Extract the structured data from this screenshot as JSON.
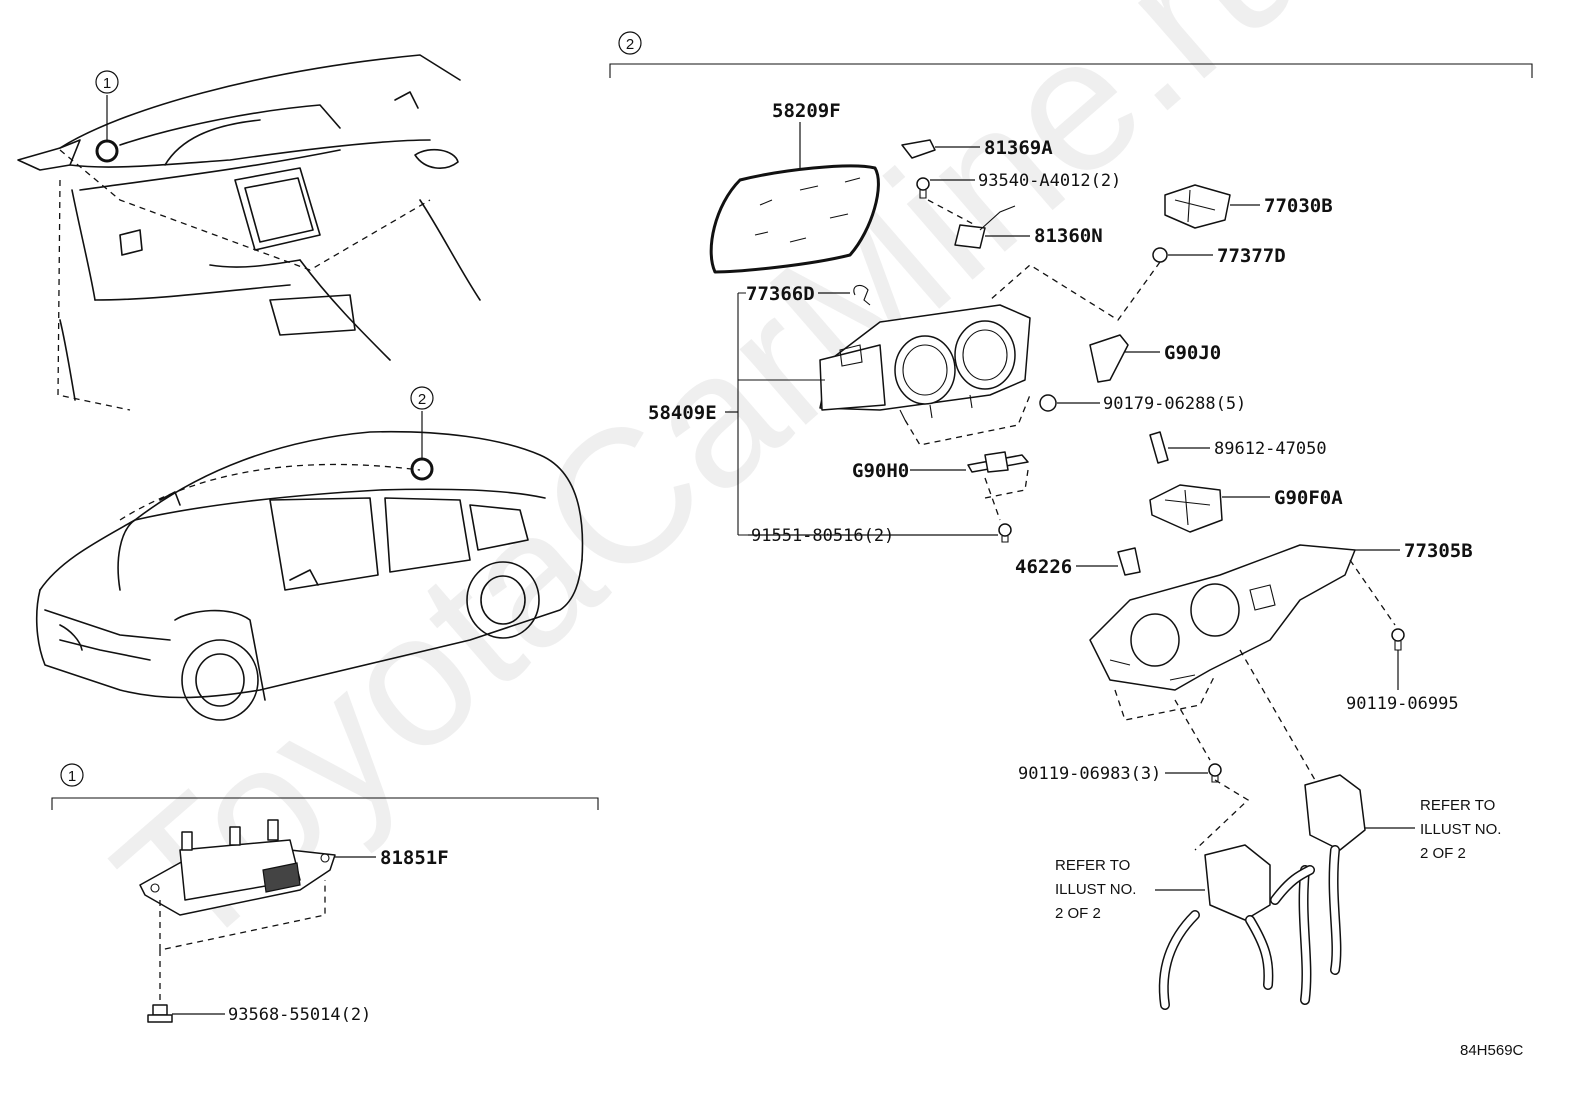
{
  "watermark": "ToyotaCarMine.ru",
  "diagram_code": "84H569C",
  "callouts": {
    "one": "1",
    "two": "2"
  },
  "parts": {
    "p58209F": "58209F",
    "p81369A": "81369A",
    "p93540": "93540-A4012(2)",
    "p81360N": "81360N",
    "p77030B": "77030B",
    "p77377D": "77377D",
    "p77366D": "77366D",
    "p58409E": "58409E",
    "pG90J0": "G90J0",
    "p90179": "90179-06288(5)",
    "p89612": "89612-47050",
    "pG90H0": "G90H0",
    "pG90F0A": "G90F0A",
    "p91551": "91551-80516(2)",
    "p46226": "46226",
    "p77305B": "77305B",
    "p90119_06995": "90119-06995",
    "p90119_06983": "90119-06983(3)",
    "p81851F": "81851F",
    "p93568": "93568-55014(2)"
  },
  "refer_right": [
    "REFER TO",
    "ILLUST NO.",
    "2 OF 2"
  ],
  "refer_left": [
    "REFER TO",
    "ILLUST NO.",
    "2 OF 2"
  ]
}
